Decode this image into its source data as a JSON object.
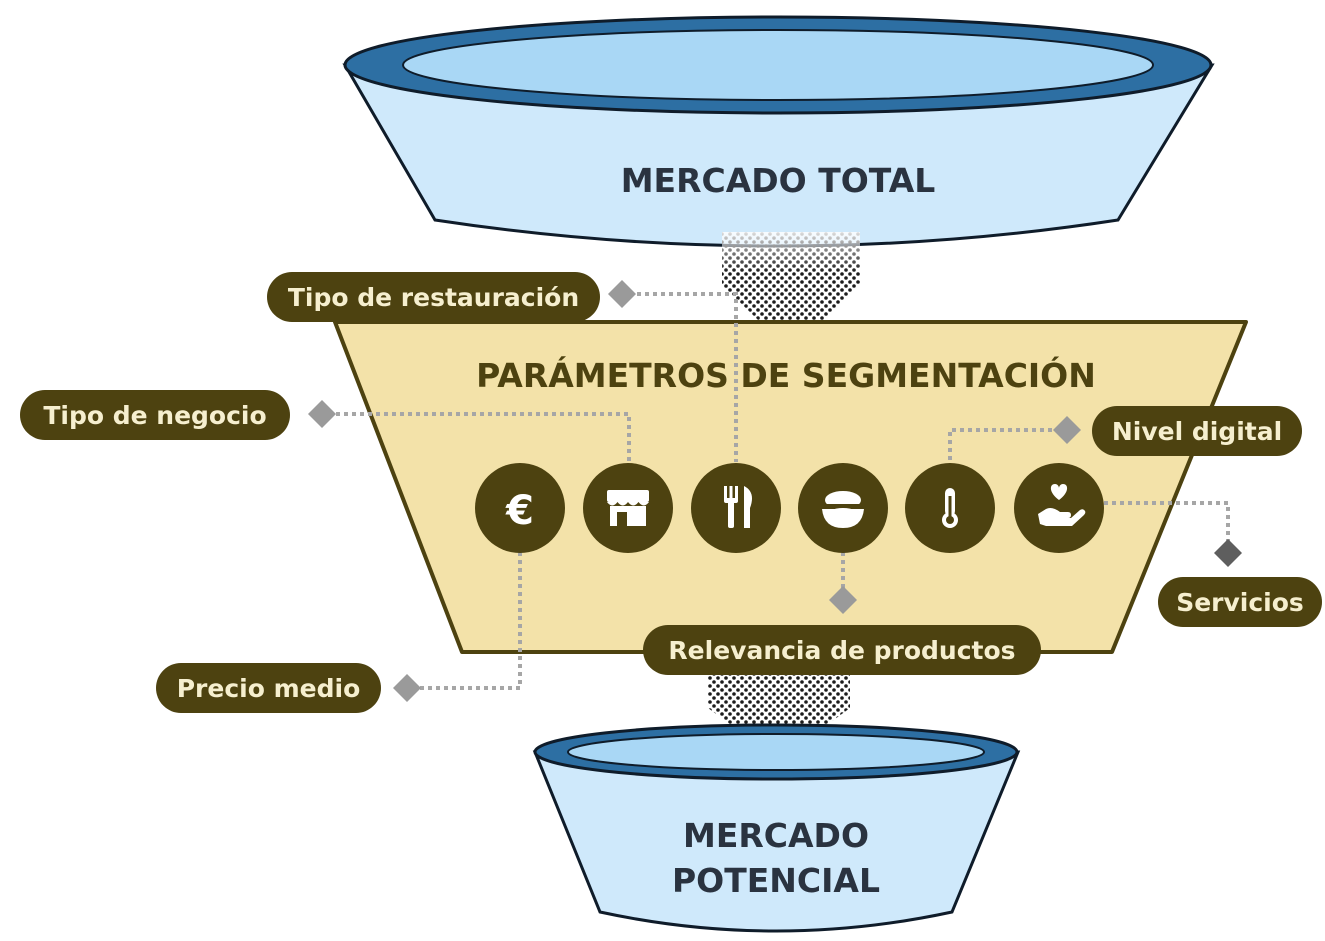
{
  "stages": {
    "top": {
      "label": "MERCADO TOTAL"
    },
    "middle": {
      "label": "PARÁMETROS DE SEGMENTACIÓN"
    },
    "bottom": {
      "label_line1": "MERCADO",
      "label_line2": "POTENCIAL"
    }
  },
  "parameters": [
    {
      "label": "Tipo de restauración",
      "icon": "cutlery-icon"
    },
    {
      "label": "Tipo de negocio",
      "icon": "store-icon"
    },
    {
      "label": "Nivel digital",
      "icon": "thermometer-icon"
    },
    {
      "label": "Servicios",
      "icon": "hand-heart-icon"
    },
    {
      "label": "Relevancia de productos",
      "icon": "food-bowl-icon"
    },
    {
      "label": "Precio medio",
      "icon": "euro-icon"
    }
  ],
  "icons": [
    "euro-icon",
    "store-icon",
    "cutlery-icon",
    "food-bowl-icon",
    "thermometer-icon",
    "hand-heart-icon"
  ],
  "colors": {
    "funnel_fill": "#cfe9fb",
    "funnel_rim": "#2d6fa3",
    "segment_fill": "#f3e2a9",
    "segment_border": "#4d4210",
    "pill": "#4d4210",
    "pill_text": "#f6efcf",
    "connector": "#9a9a9a"
  }
}
